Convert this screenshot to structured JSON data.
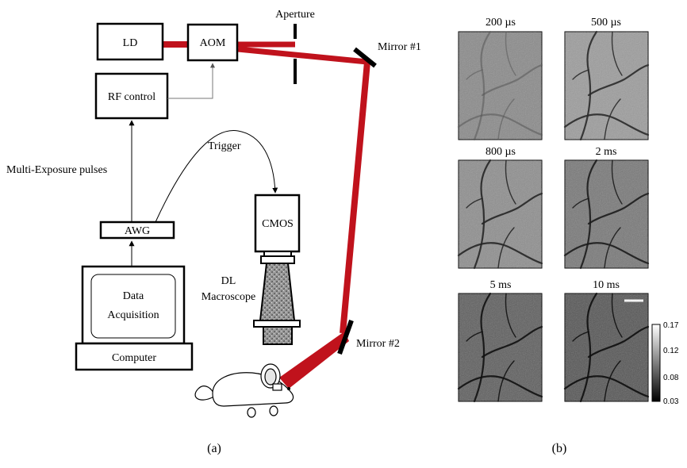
{
  "panel_a": {
    "caption": "(a)",
    "boxes": {
      "ld": "LD",
      "aom": "AOM",
      "rf_control": "RF control",
      "awg": "AWG",
      "cmos": "CMOS",
      "computer": "Computer",
      "data_acquisition_line1": "Data",
      "data_acquisition_line2": "Acquisition"
    },
    "labels": {
      "aperture": "Aperture",
      "mirror1": "Mirror #1",
      "mirror2": "Mirror #2",
      "trigger": "Trigger",
      "multi_exposure": "Multi-Exposure pulses",
      "macroscope_line1": "DL",
      "macroscope_line2": "Macroscope"
    },
    "colors": {
      "laser_beam": "#c0121c",
      "line": "#000000",
      "rf_link": "#777777"
    }
  },
  "panel_b": {
    "caption": "(b)",
    "exposures": [
      "200 µs",
      "500 µs",
      "800 µs",
      "2 ms",
      "5 ms",
      "10 ms"
    ],
    "colorbar": {
      "ticks": [
        "0.17",
        "0.12",
        "0.08",
        "0.03"
      ],
      "min": 0.03,
      "max": 0.17
    }
  }
}
